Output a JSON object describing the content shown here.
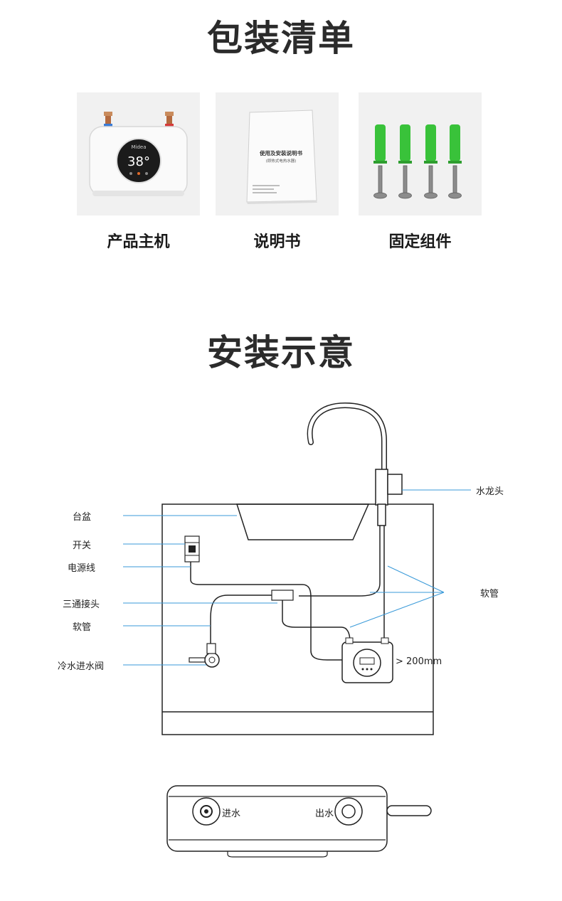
{
  "section1": {
    "title": "包装清单",
    "items": [
      {
        "label": "产品主机",
        "display": "38°"
      },
      {
        "label": "说明书",
        "booklet_title": "使用及安装说明书",
        "booklet_subtitle": "(即热式电热水器)"
      },
      {
        "label": "固定组件"
      }
    ]
  },
  "section2": {
    "title": "安装示意",
    "labels": {
      "basin": "台盆",
      "switch": "开关",
      "power_cord": "电源线",
      "tee_joint": "三通接头",
      "hose_left": "软管",
      "cold_valve": "冷水进水阀",
      "faucet": "水龙头",
      "hose_right": "软管",
      "distance": "> 200mm"
    },
    "bottom": {
      "inlet": "进水",
      "outlet": "出水"
    }
  },
  "colors": {
    "leader_line": "#3a9ad9",
    "anchor_green": "#39c23a",
    "outline": "#222222"
  }
}
